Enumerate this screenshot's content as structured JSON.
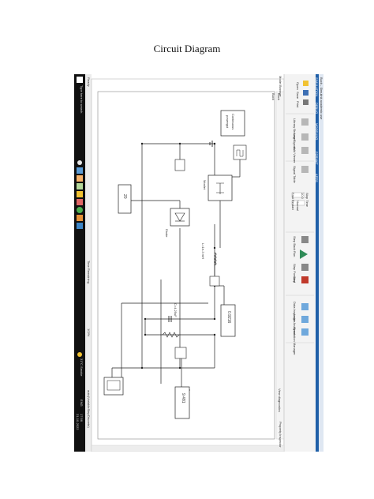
{
  "document": {
    "title": "Circuit Diagram"
  },
  "titlebar": {
    "text": "Buck - Simulink academic use"
  },
  "ribbon_tabs": [
    "SIMULATION",
    "DEBUG",
    "MODELING",
    "FORMAT",
    "APPS"
  ],
  "ribbon_buttons": [
    "Open",
    "Save",
    "Print",
    "Library Browser",
    "Log Signals",
    "Add Viewer",
    "Signal Table",
    "Step Back",
    "Run",
    "Step Forward",
    "Stop",
    "Data Inspector",
    "Logic Analyzer",
    "Simulation Manager"
  ],
  "ribbon_fields": {
    "stop_time": "Stop Time",
    "stop_time_value": "10.0",
    "mode": "Normal",
    "fast_restart": "Fast Restart"
  },
  "model_tab": "Buck",
  "breadcrumb": "Buck",
  "status": {
    "ready": "Ready",
    "zoom": "102%",
    "solver": "auto(VariableStepDiscrete)",
    "view_diag": "View diagnostics"
  },
  "property_inspector": "Property Inspector",
  "model_browser": "Model Browser",
  "powergui": {
    "line1": "Continuous",
    "line2": "powergui"
  },
  "blocks": {
    "mosfet": "Mosfet",
    "diode": "Diode",
    "inductor": "L=1e-3 mH",
    "capacitor": "C=4.25uF",
    "display_top": "20",
    "display_mid": "0.9216",
    "display_bottom": "9.481"
  },
  "taskbar": {
    "search": "Type here to search",
    "weather": "31°C Smoke",
    "lang": "ENG",
    "time": "17:56",
    "date": "21-10-2022",
    "time_label": "Time Remaining"
  }
}
